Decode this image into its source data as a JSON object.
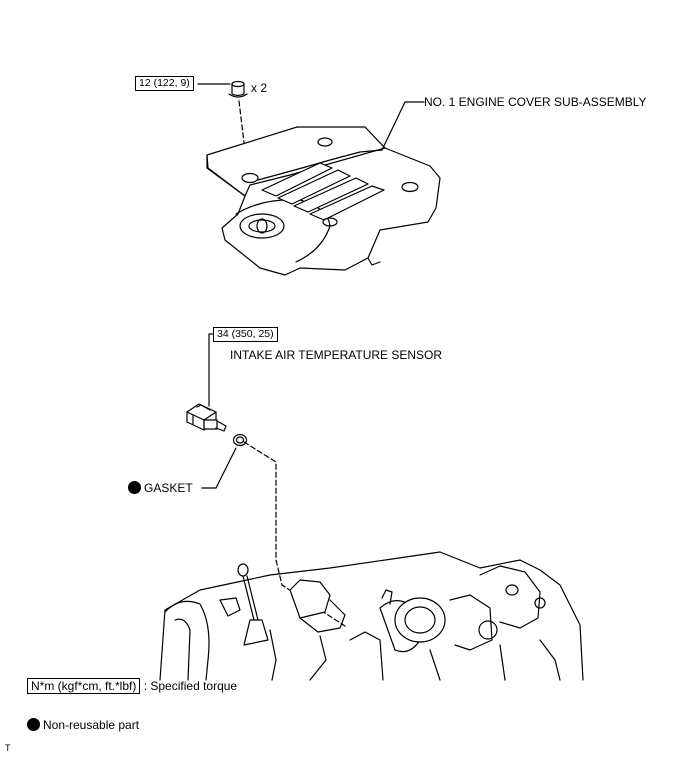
{
  "callouts": {
    "bolt_torque": "12 (122, 9)",
    "bolt_qty": "x 2",
    "engine_cover": "NO. 1 ENGINE COVER SUB-ASSEMBLY",
    "sensor_torque": "34 (350, 25)",
    "sensor": "INTAKE AIR TEMPERATURE SENSOR",
    "gasket": "GASKET"
  },
  "legend": {
    "torque_box": "N*m (kgf*cm, ft.*lbf)",
    "torque_text": ": Specified torque",
    "nonreusable_text": "Non-reusable part"
  },
  "footer_mark": "T"
}
